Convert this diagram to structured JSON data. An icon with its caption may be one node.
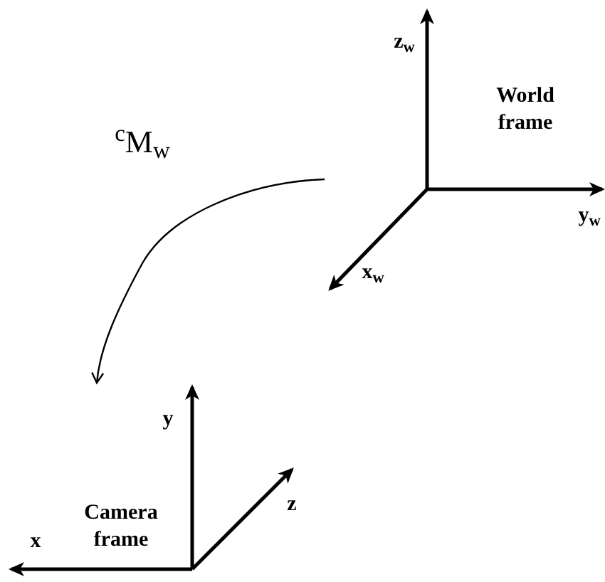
{
  "diagram": {
    "nodes": [
      {
        "text": [
          "World frame"
        ]
      },
      {
        "text": [
          "Camera frame"
        ]
      }
    ],
    "edges": [
      {
        "from": 0,
        "to": 1,
        "arrow": "to",
        "label": "$^{c}$M$_{w}$"
      }
    ],
    "labels": [
      "z$_{w}$",
      "y$_{w}$",
      "x$_{w}$",
      "y",
      "z",
      "x"
    ]
  }
}
